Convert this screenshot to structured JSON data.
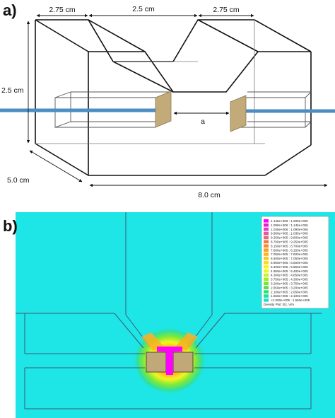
{
  "panel_a": {
    "label": "a)",
    "dims": {
      "top_left": "2.75 cm",
      "top_middle": "2.5 cm",
      "top_right": "2.75 cm",
      "height": "2.5 cm",
      "depth": "5.0 cm",
      "length": "8.0 cm",
      "gap": "a"
    },
    "colors": {
      "wire": "#4c8ec4",
      "plate": "#c2ab78",
      "plate_edge": "#8a7550"
    }
  },
  "panel_b": {
    "label": "b)",
    "background": "#1ee6e6",
    "legend": {
      "rows": [
        {
          "text": "1.145e+006 : 1.200e+006",
          "color": "#ff00ff"
        },
        {
          "text": "1.090e+006 : 1.145e+006",
          "color": "#f019d8"
        },
        {
          "text": "1.035e+006 : 1.090e+006",
          "color": "#e43cc2"
        },
        {
          "text": "9.800e+005 : 1.035e+006",
          "color": "#dc5aa8"
        },
        {
          "text": "9.250e+005 : 9.800e+005",
          "color": "#e86a78"
        },
        {
          "text": "8.700e+005 : 9.250e+005",
          "color": "#f07a4a"
        },
        {
          "text": "8.150e+005 : 8.700e+005",
          "color": "#f88a2a"
        },
        {
          "text": "7.600e+005 : 8.150e+005",
          "color": "#fca020"
        },
        {
          "text": "7.050e+005 : 7.600e+005",
          "color": "#fdb51a"
        },
        {
          "text": "6.500e+005 : 7.050e+005",
          "color": "#fec81a"
        },
        {
          "text": "5.950e+005 : 6.500e+005",
          "color": "#ffdb1c"
        },
        {
          "text": "5.400e+005 : 5.950e+005",
          "color": "#fdf020"
        },
        {
          "text": "4.850e+005 : 5.400e+005",
          "color": "#e8f820"
        },
        {
          "text": "4.300e+005 : 4.850e+005",
          "color": "#c8f420"
        },
        {
          "text": "3.750e+005 : 4.300e+005",
          "color": "#a0ee28"
        },
        {
          "text": "3.200e+005 : 3.750e+005",
          "color": "#78e836"
        },
        {
          "text": "2.650e+005 : 3.200e+005",
          "color": "#4ee44a"
        },
        {
          "text": "2.100e+005 : 2.650e+005",
          "color": "#2ee070"
        },
        {
          "text": "1.550e+005 : 2.100e+005",
          "color": "#22dea0"
        },
        {
          "text": "<1.000e+005 : 1.550e+005",
          "color": "#1ee0d0"
        }
      ],
      "footer": "Density Plot: |E|, V/m"
    },
    "colors": {
      "outline": "#3a5a7a",
      "plate": "#c0a878",
      "hot": "#ff00ff"
    }
  }
}
